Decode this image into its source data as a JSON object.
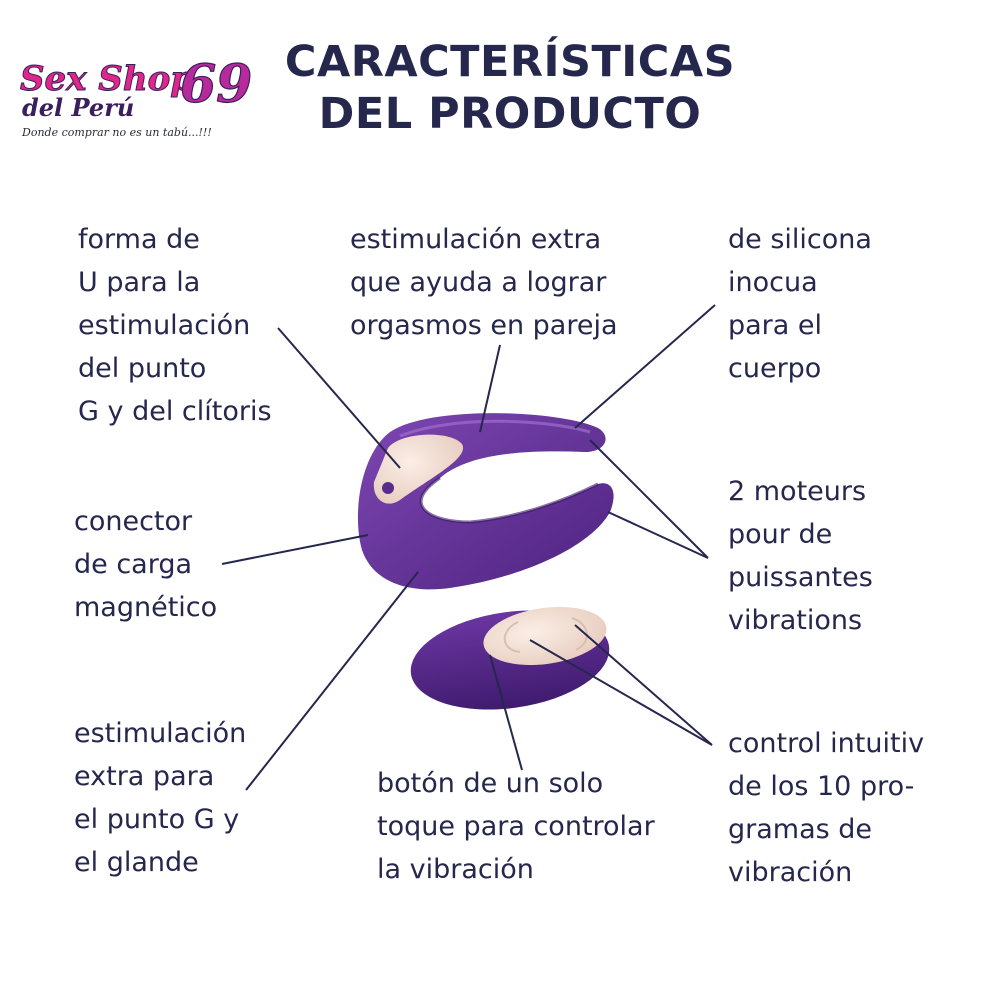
{
  "logo": {
    "brand_main": "Sex Shop",
    "brand_number": "69",
    "brand_sub": "del Perú",
    "tagline": "Donde comprar no es un tabú...!!!"
  },
  "title": {
    "line1": "CARACTERÍSTICAS",
    "line2": "DEL PRODUCTO"
  },
  "features": {
    "u_shape": [
      "forma de",
      "U para la",
      "estimulación",
      "del punto",
      "G y del clítoris"
    ],
    "extra_couple": [
      "estimulación extra",
      "que ayuda a lograr",
      "orgasmos en pareja"
    ],
    "silicone": [
      "de silicona",
      "inocua",
      "para el",
      "cuerpo"
    ],
    "motors": [
      "2 moteurs",
      "pour de",
      "puissantes",
      "vibrations"
    ],
    "charger": [
      "conector",
      "de carga",
      "magnético"
    ],
    "g_glans": [
      "estimulación",
      "extra para",
      "el punto G y",
      "el glande"
    ],
    "one_button": [
      "botón de un solo",
      "toque para controlar",
      "la vibración"
    ],
    "programs": [
      "control intuitiv",
      "de los 10 pro-",
      "gramas de",
      "vibración"
    ]
  },
  "colors": {
    "text": "#25274d",
    "product_purple": "#5a2a8c",
    "product_light": "#8a55b8",
    "accent_gold": "#f1dcd1",
    "logo_pink": "#e0268a"
  }
}
